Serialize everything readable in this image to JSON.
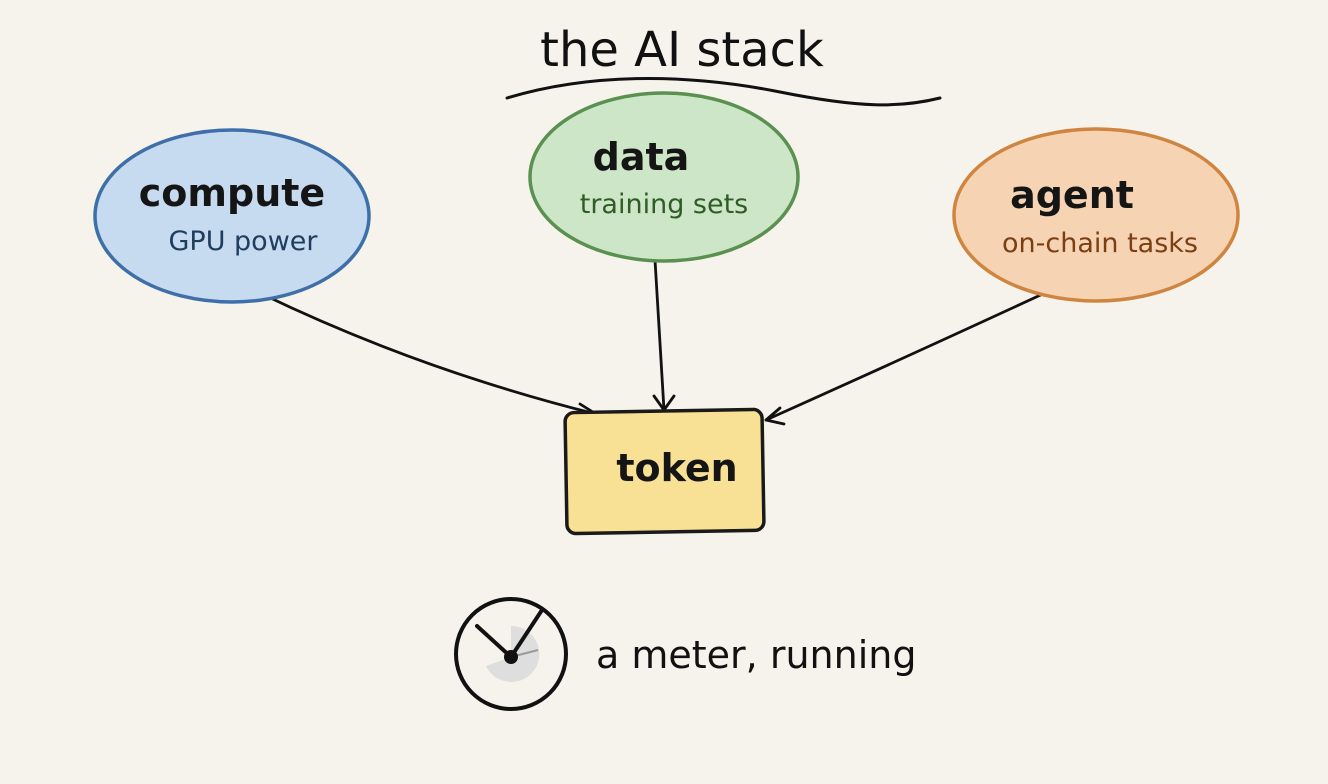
{
  "title": "the AI stack",
  "nodes": {
    "compute": {
      "label": "compute",
      "sublabel": "GPU power",
      "fill": "#c6daf0",
      "stroke": "#3f6fa8",
      "text_color": "#1f3d5c"
    },
    "data": {
      "label": "data",
      "sublabel": "training sets",
      "fill": "#cde6c7",
      "stroke": "#5a9150",
      "text_color": "#2f5c27"
    },
    "agent": {
      "label": "agent",
      "sublabel": "on-chain tasks",
      "fill": "#f6d3b3",
      "stroke": "#cf8440",
      "text_color": "#7a3f12"
    },
    "token": {
      "label": "token",
      "fill": "#f8e094",
      "stroke": "#1a1a1a"
    }
  },
  "edges": [
    {
      "from": "compute",
      "to": "token"
    },
    {
      "from": "data",
      "to": "token"
    },
    {
      "from": "agent",
      "to": "token"
    }
  ],
  "meter": {
    "icon": "meter-icon",
    "caption": "a meter, running"
  }
}
